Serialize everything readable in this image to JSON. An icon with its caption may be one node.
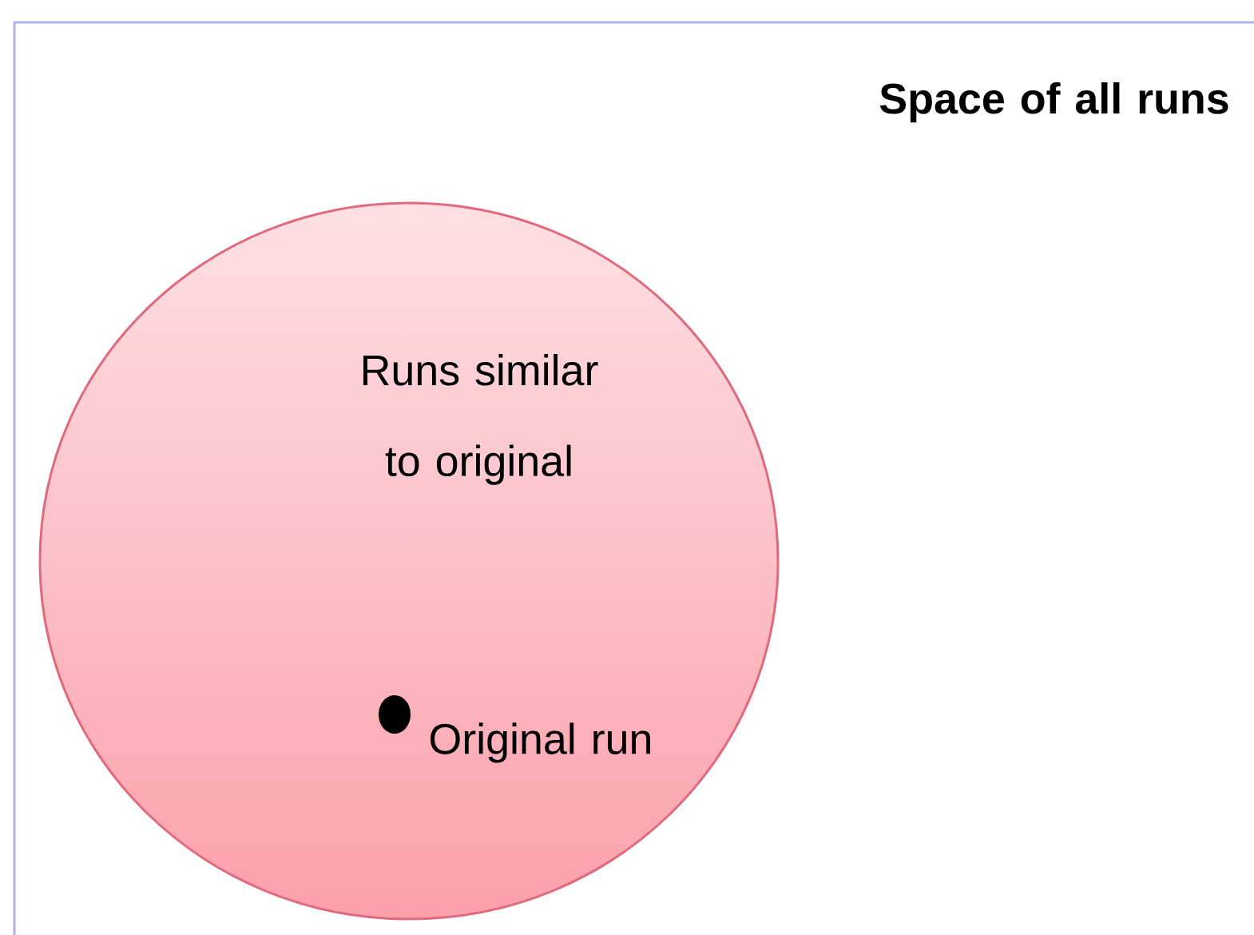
{
  "diagram": {
    "nodes": [
      {
        "text": [
          "Space of all runs"
        ]
      },
      {
        "text": [
          "Runs similar to original"
        ],
        "in": 0
      },
      {
        "text": [],
        "shape": "circle",
        "in": 1,
        "beside": [
          "Original run"
        ]
      }
    ]
  }
}
